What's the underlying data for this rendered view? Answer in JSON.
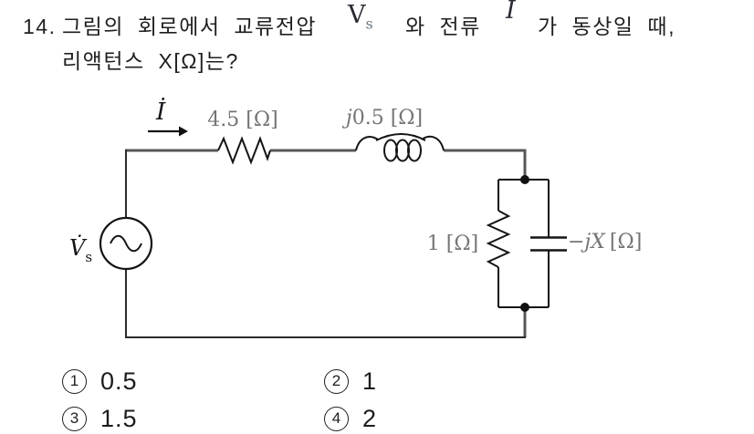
{
  "question": {
    "number": "14.",
    "line1_part1": "그림의 회로에서 교류전압",
    "voltage_v": "V",
    "voltage_sub": "s",
    "line1_part2": "와 전류",
    "current_i": "İ",
    "line1_part3": "가 동상일 때,",
    "line2": "리액턴스 X[Ω]는?"
  },
  "circuit": {
    "current_label": "İ",
    "series_resistor_label": "4.5 [Ω]",
    "inductor_label_j": "j",
    "inductor_label_value": "0.5 [Ω]",
    "parallel_resistor_label": "1 [Ω]",
    "capacitor_label_prefix": "−jX",
    "capacitor_label_unit": "[Ω]",
    "source_label_v": "V̇",
    "source_label_sub": "s"
  },
  "choices": [
    {
      "marker": "1",
      "value": "0.5"
    },
    {
      "marker": "2",
      "value": "1"
    },
    {
      "marker": "3",
      "value": "1.5"
    },
    {
      "marker": "4",
      "value": "2"
    }
  ],
  "colors": {
    "ink": "#1f1f1f",
    "component_label_gray": "#757575",
    "wire_gray": "#575757"
  }
}
